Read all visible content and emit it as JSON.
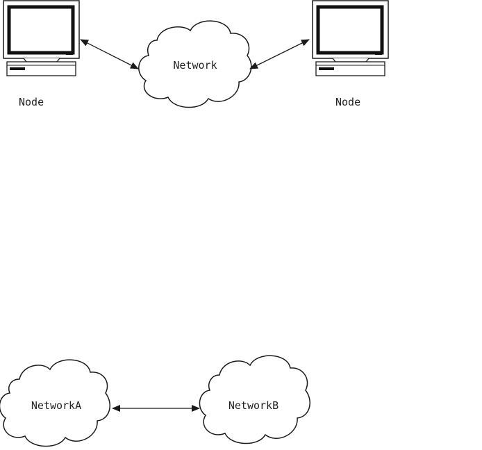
{
  "top_diagram": {
    "left_node": {
      "label": "Node",
      "icon": "computer-icon"
    },
    "network": {
      "label": "Network",
      "icon": "cloud-icon"
    },
    "right_node": {
      "label": "Node",
      "icon": "computer-icon"
    }
  },
  "bottom_diagram": {
    "network_a": {
      "label": "NetworkA",
      "icon": "cloud-icon"
    },
    "network_b": {
      "label": "NetworkB",
      "icon": "cloud-icon"
    }
  },
  "colors": {
    "line": "#1a1a1a",
    "background": "#ffffff"
  }
}
